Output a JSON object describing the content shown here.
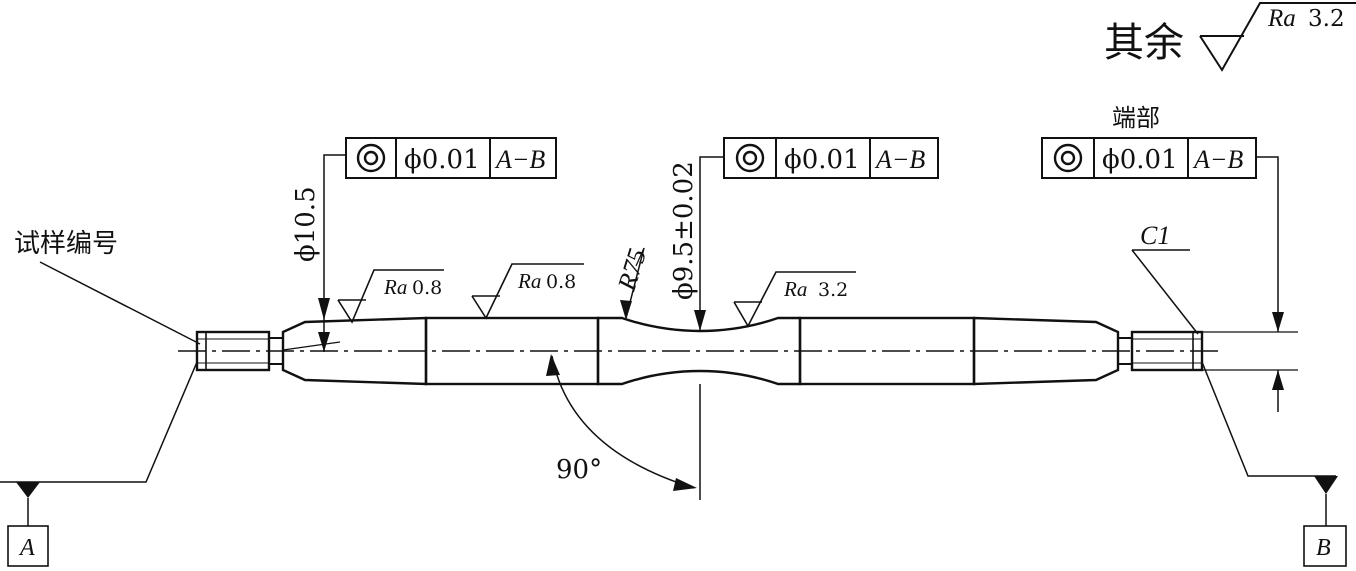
{
  "general_roughness": {
    "label": "其余",
    "symbol": "Ra",
    "value": "3.2"
  },
  "tolerance_frames": [
    {
      "symbol_name": "concentricity-icon",
      "value": "ϕ0.01",
      "datum": "A−B"
    },
    {
      "symbol_name": "concentricity-icon",
      "value": "ϕ0.01",
      "datum": "A−B"
    },
    {
      "symbol_name": "concentricity-icon",
      "value": "ϕ0.01",
      "datum": "A−B",
      "note": "端部"
    }
  ],
  "dimensions": {
    "diameter_end": "ϕ10.5",
    "diameter_center": "ϕ9.5±0.02",
    "radius": "R75",
    "angle": "90°",
    "chamfer": "C1"
  },
  "roughness_marks": [
    {
      "symbol": "Ra",
      "value": "0.8"
    },
    {
      "symbol": "Ra",
      "value": "0.8"
    },
    {
      "symbol": "Ra",
      "value": "3.2"
    }
  ],
  "labels": {
    "specimen_number": "试样编号"
  },
  "datums": {
    "left": "A",
    "right": "B"
  }
}
